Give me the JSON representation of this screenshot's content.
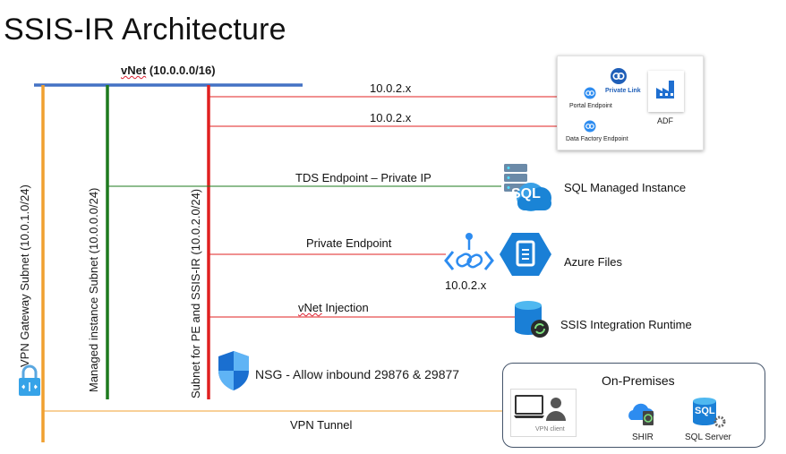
{
  "title": "SSIS-IR Architecture",
  "vnet": {
    "prefix": "vNet",
    "range": "(10.0.0.0/16)"
  },
  "subnets": {
    "vpn_gateway": "VPN Gateway Subnet (10.0.1.0/24)",
    "managed_instance": "Managed instance Subnet (10.0.0.0/24)",
    "pe_ssis": "Subnet for PE and SSIS-IR (10.0.2.0/24)"
  },
  "connections": {
    "portal_ip": "10.0.2.x",
    "datafactory_ip": "10.0.2.x",
    "tds": "TDS Endpoint – Private IP",
    "private_endpoint": "Private Endpoint",
    "private_endpoint_ip": "10.0.2.x",
    "vnet_injection_prefix": "vNet",
    "vnet_injection_suffix": " Injection",
    "vpn_tunnel": "VPN Tunnel"
  },
  "adf_panel": {
    "private_link": "Private Link",
    "portal_endpoint": "Portal  Endpoint",
    "data_factory_endpoint": "Data Factory  Endpoint",
    "adf": "ADF"
  },
  "services": {
    "sql_mi": "SQL Managed Instance",
    "azure_files": "Azure Files",
    "ssis_ir": "SSIS Integration Runtime",
    "sql_icon_text": "SQL"
  },
  "nsg": "NSG - Allow inbound 29876 & 29877",
  "on_premises": {
    "title": "On-Premises",
    "vpn_client": "VPN client",
    "shir": "SHIR",
    "sql_server": "SQL Server",
    "sql_icon_text": "SQL"
  },
  "colors": {
    "vnet_bar": "#4472c4",
    "vpn_line": "#f0a030",
    "mi_line": "#1e7a1e",
    "pe_line": "#e02020",
    "azure_blue": "#0078d4"
  }
}
